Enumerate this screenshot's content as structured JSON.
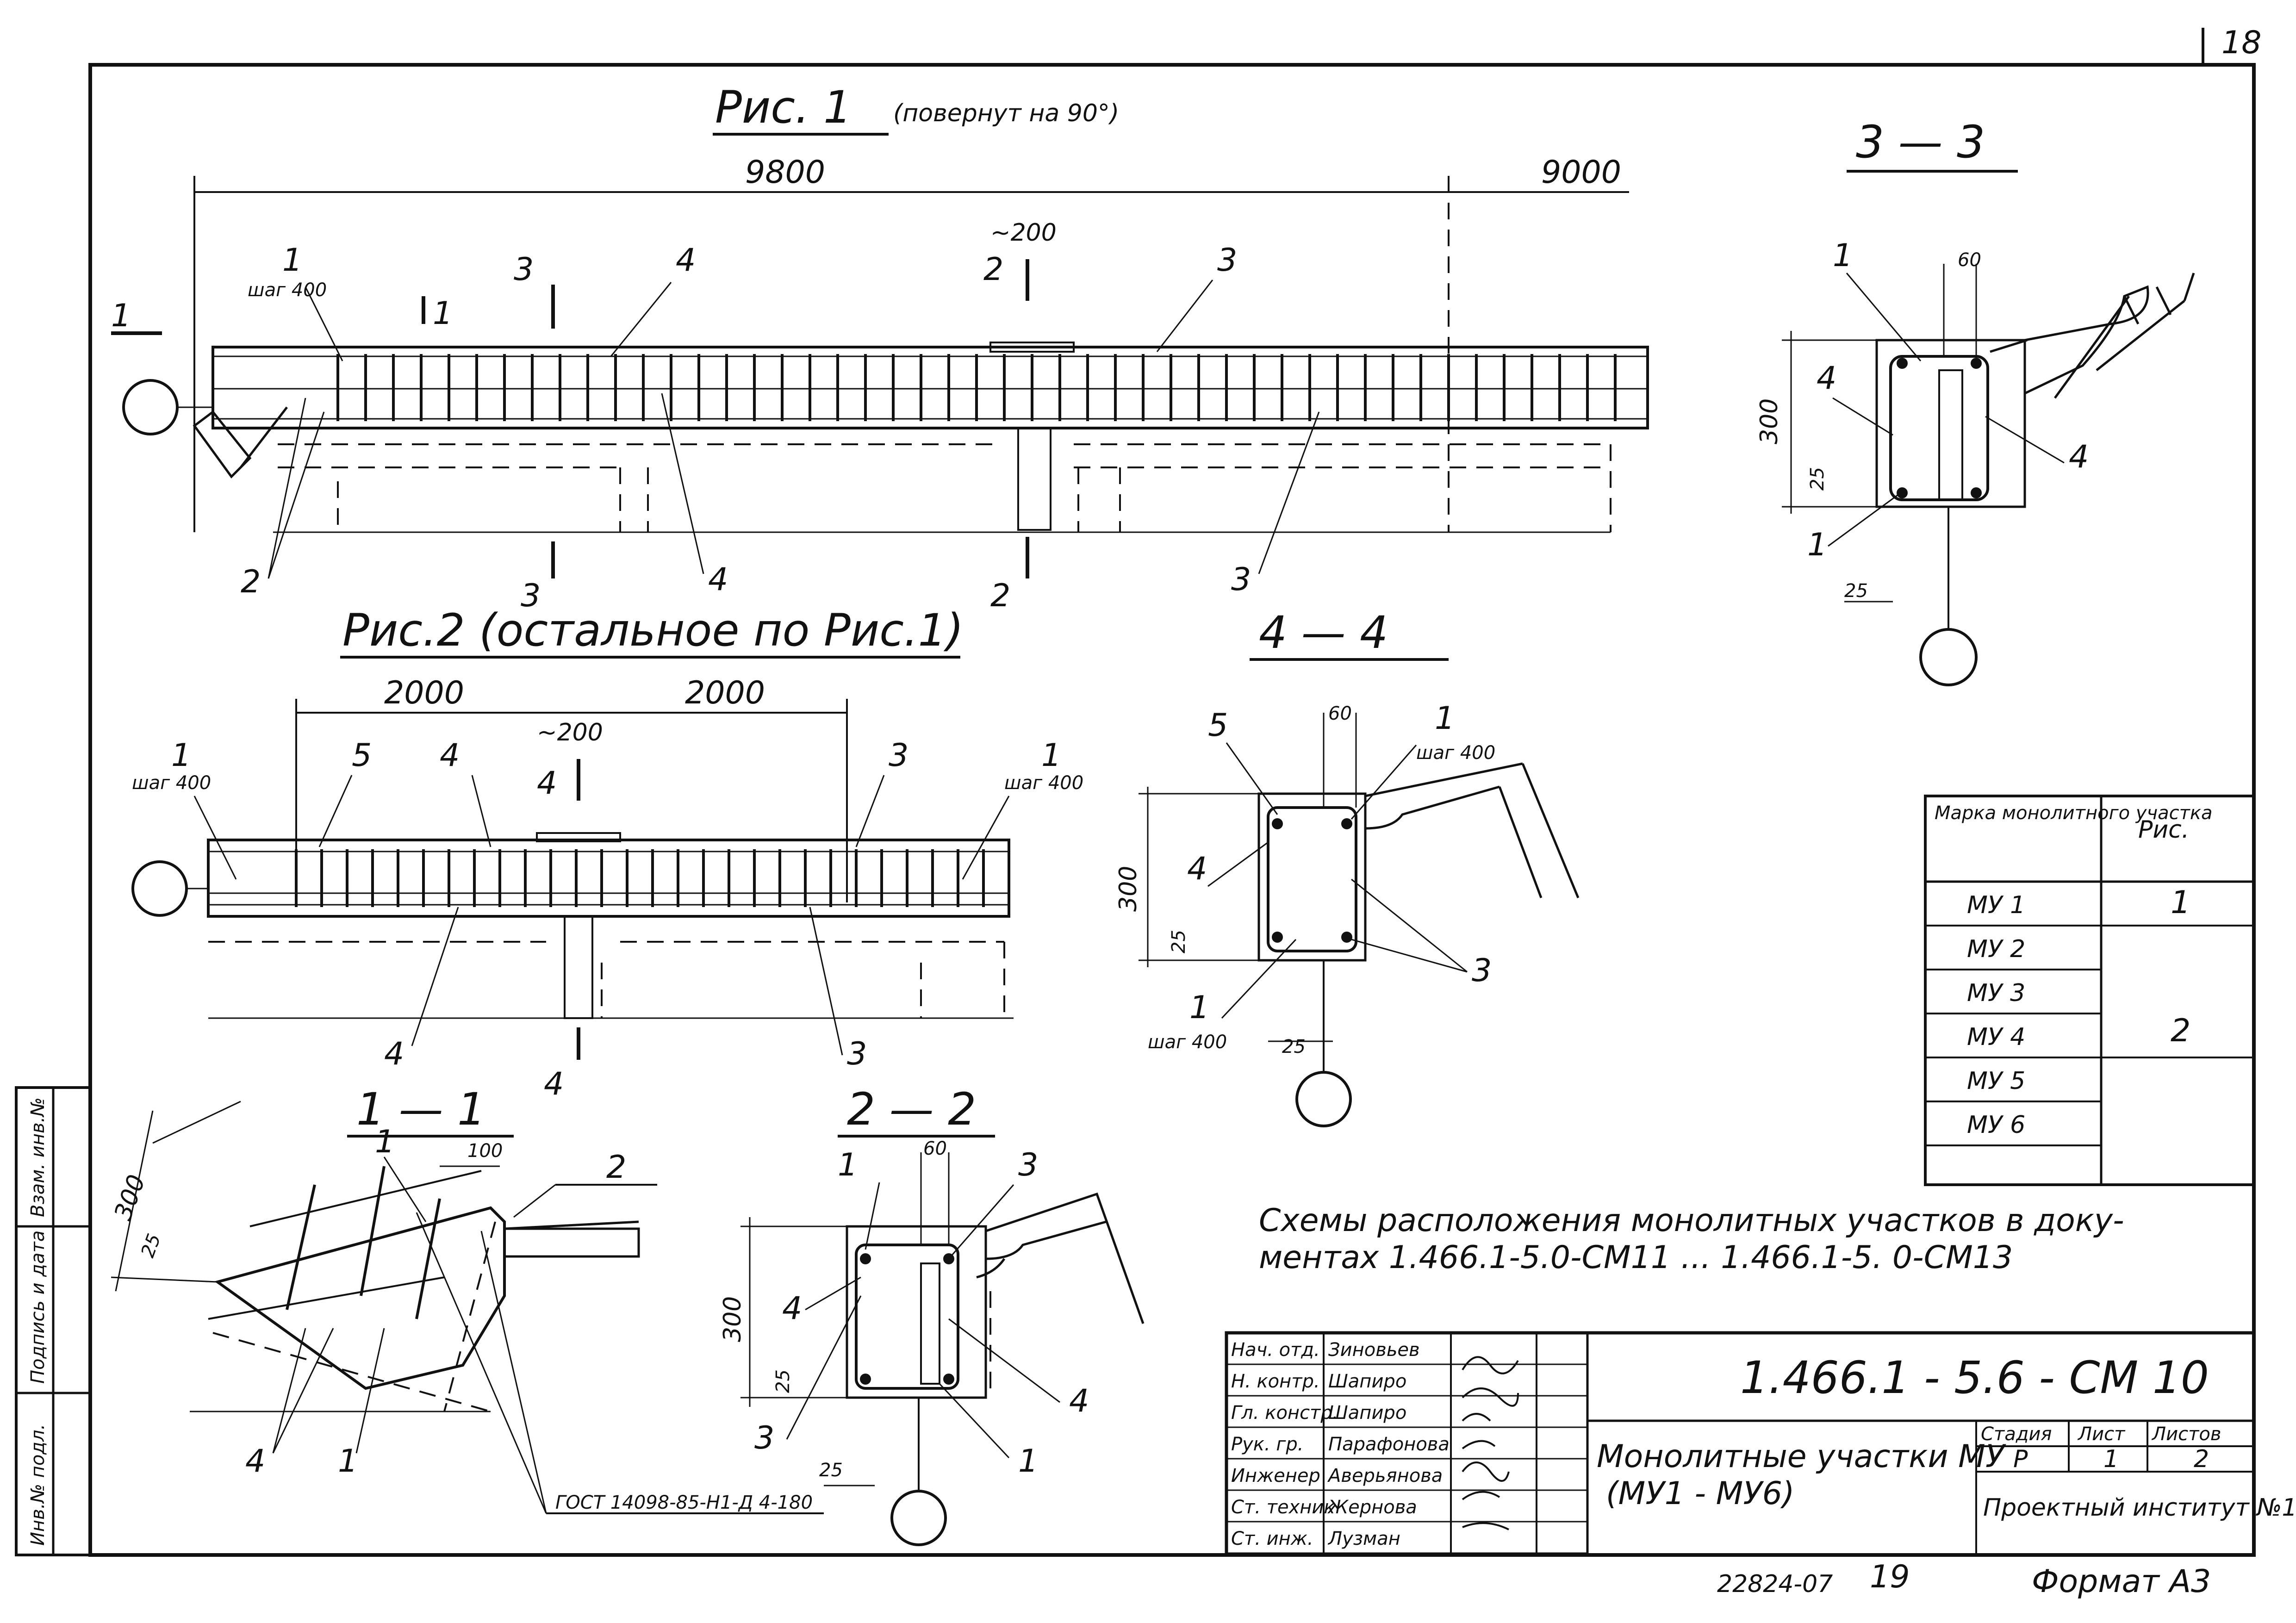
{
  "sheet": {
    "sheet_number": "18",
    "inventory_no": "22824-07",
    "page": "19",
    "format": "Формат А3"
  },
  "fig1": {
    "title": "Рис. 1",
    "subtitle": "(повернут на 90°)",
    "dim_left": "9800",
    "dim_right": "9000",
    "dim_joint": "~200",
    "note_step": "шаг 400",
    "labels": {
      "l1": "1",
      "l2": "2",
      "l3": "3",
      "l4": "4"
    },
    "cuts": {
      "c11": "1",
      "c22": "2",
      "c33": "3"
    }
  },
  "fig2": {
    "title": "Рис.2 (остальное по Рис.1)",
    "dim_left": "2000",
    "dim_right": "2000",
    "dim_joint": "~200",
    "note_step": "шаг 400",
    "labels": {
      "l1": "1",
      "l3": "3",
      "l4": "4",
      "l5": "5"
    },
    "cut": "4"
  },
  "sec33": {
    "title": "3 — 3",
    "dim_60": "60",
    "dim_300": "300",
    "dim_25": "25",
    "labels": {
      "l1": "1",
      "l4": "4"
    }
  },
  "sec44": {
    "title": "4 — 4",
    "dim_60": "60",
    "dim_300": "300",
    "dim_25": "25",
    "note_step": "шаг 400",
    "labels": {
      "l1": "1",
      "l3": "3",
      "l4": "4",
      "l5": "5"
    }
  },
  "sec11": {
    "title": "1 — 1",
    "dim_100": "100",
    "dim_300": "300",
    "dim_25": "25",
    "gost": "ГОСТ 14098-85-Н1-Д 4-180",
    "labels": {
      "l1": "1",
      "l2": "2",
      "l4": "4"
    }
  },
  "sec22": {
    "title": "2 — 2",
    "dim_60": "60",
    "dim_300": "300",
    "dim_25": "25",
    "labels": {
      "l1": "1",
      "l3": "3",
      "l4": "4"
    }
  },
  "mark_table": {
    "col_mark": "Марка монолитного участка",
    "col_fig": "Рис.",
    "rows": [
      {
        "mark": "МУ 1",
        "fig": "1"
      },
      {
        "mark": "МУ 2",
        "fig": ""
      },
      {
        "mark": "МУ 3",
        "fig": ""
      },
      {
        "mark": "МУ 4",
        "fig": "2"
      },
      {
        "mark": "МУ 5",
        "fig": ""
      },
      {
        "mark": "МУ 6",
        "fig": ""
      }
    ]
  },
  "note": {
    "line1": "Схемы расположения монолитных участков в доку-",
    "line2": "ментах  1.466.1-5.0-СМ11 ...  1.466.1-5. 0-СМ13"
  },
  "title_block": {
    "code": "1.466.1 - 5.6 - СМ 10",
    "name_line1": "Монолитные участки МУ",
    "name_line2": "(МУ1 - МУ6)",
    "stage_h": "Стадия",
    "sheet_h": "Лист",
    "sheets_h": "Листов",
    "stage": "Р",
    "sheet": "1",
    "sheets": "2",
    "org": "Проектный институт №1",
    "staff": [
      {
        "role": "Нач. отд.",
        "name": "Зиновьев"
      },
      {
        "role": "Н. контр.",
        "name": "Шапиро"
      },
      {
        "role": "Гл. констр.",
        "name": "Шапиро"
      },
      {
        "role": "Рук. гр.",
        "name": "Парафонова"
      },
      {
        "role": "Инженер",
        "name": "Аверьянова"
      },
      {
        "role": "Ст. техник",
        "name": "Жернова"
      },
      {
        "role": "Ст. инж.",
        "name": "Лузман"
      }
    ]
  },
  "side_stamp": {
    "inv": "Инв.№ подл.",
    "sign": "Подпись и дата",
    "replace": "Взам. инв.№"
  }
}
